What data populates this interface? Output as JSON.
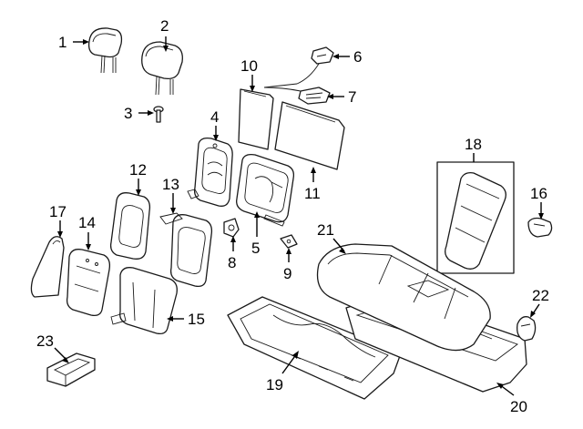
{
  "colors": {
    "line": "#1a1a1a",
    "background": "#ffffff"
  },
  "callouts": [
    {
      "id": "1",
      "part": "headrest"
    },
    {
      "id": "2",
      "part": "headrest"
    },
    {
      "id": "3",
      "part": "guide"
    },
    {
      "id": "4",
      "part": "seat-back-frame"
    },
    {
      "id": "5",
      "part": "seat-back-frame"
    },
    {
      "id": "6",
      "part": "wire-harness"
    },
    {
      "id": "7",
      "part": "wire-harness"
    },
    {
      "id": "8",
      "part": "bracket"
    },
    {
      "id": "9",
      "part": "bracket"
    },
    {
      "id": "10",
      "part": "panel"
    },
    {
      "id": "11",
      "part": "panel"
    },
    {
      "id": "12",
      "part": "cushion-pad"
    },
    {
      "id": "13",
      "part": "seat-back-cover"
    },
    {
      "id": "14",
      "part": "cushion-pad"
    },
    {
      "id": "15",
      "part": "seat-back-cover"
    },
    {
      "id": "16",
      "part": "clip"
    },
    {
      "id": "17",
      "part": "side-bolster"
    },
    {
      "id": "18",
      "part": "armrest"
    },
    {
      "id": "19",
      "part": "cushion-frame"
    },
    {
      "id": "20",
      "part": "seat-cushion"
    },
    {
      "id": "21",
      "part": "seat-cushion"
    },
    {
      "id": "22",
      "part": "cover"
    },
    {
      "id": "23",
      "part": "storage-tray"
    }
  ]
}
